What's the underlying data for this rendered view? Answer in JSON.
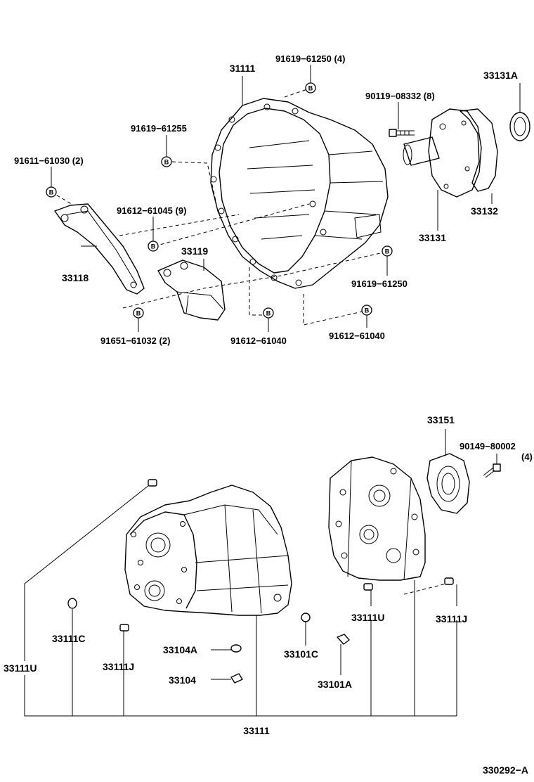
{
  "bolt_marker": "B",
  "labels": {
    "p31111_top": "31111",
    "p91619_61250_4": "91619−61250 (4)",
    "p33131A": "33131A",
    "p90119_08332": "90119−08332 (8)",
    "p91619_61255": "91619−61255",
    "p91611_61030": "91611−61030 (2)",
    "p91612_61045": "91612−61045 (9)",
    "p33119": "33119",
    "p33118": "33118",
    "p33132": "33132",
    "p33131": "33131",
    "p91619_61250": "91619−61250",
    "p91651_61032": "91651−61032 (2)",
    "p91612_61040_a": "91612−61040",
    "p91612_61040_b": "91612−61040",
    "p33151": "33151",
    "p90149_80002": "90149−80002",
    "p90149_qty": "(4)",
    "p33111C": "33111C",
    "p33111U_left": "33111U",
    "p33111J_left": "33111J",
    "p33104A": "33104A",
    "p33104": "33104",
    "p33101C": "33101C",
    "p33101A": "33101A",
    "p33111U_right": "33111U",
    "p33111J_right": "33111J",
    "p33111_bottom": "33111",
    "diagram_code": "330292−A"
  }
}
